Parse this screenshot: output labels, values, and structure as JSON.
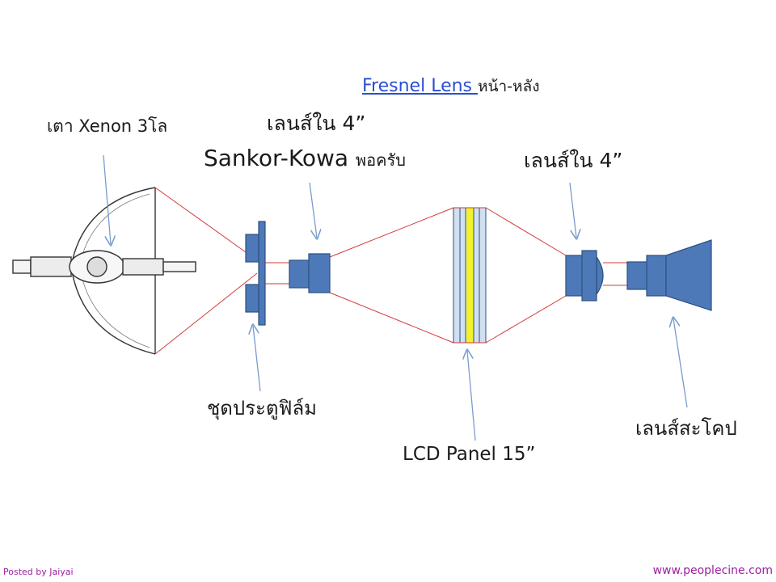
{
  "labels": {
    "xenon_lamp": "เตา Xenon 3โล",
    "fresnel_link": "Fresnel Lens ",
    "fresnel_rest": "หน้า-หลัง",
    "inner_lens_left": "เลนส์ใน 4”",
    "sankor_name": "Sankor-Kowa ",
    "sankor_suffix": "พอครับ",
    "inner_lens_right": "เลนส์ใน 4”",
    "film_gate": "ชุดประตูฟิล์ม",
    "lcd_panel": "LCD Panel  15”",
    "scope_lens": "เลนส์สะโคป"
  },
  "footer": {
    "posted_by": "Posted by Jaiyai",
    "website": "www.peoplecine.com"
  },
  "colors": {
    "component_fill": "#4e79b9",
    "component_stroke": "#2c4f7f",
    "beam_line": "#d63a3a",
    "arrow": "#7a9ccc",
    "lcd_highlight": "#f2f22a",
    "lcd_layer": "#cfe0f0",
    "footer_text": "#9b1fa0",
    "link_text": "#2a4fd0"
  }
}
